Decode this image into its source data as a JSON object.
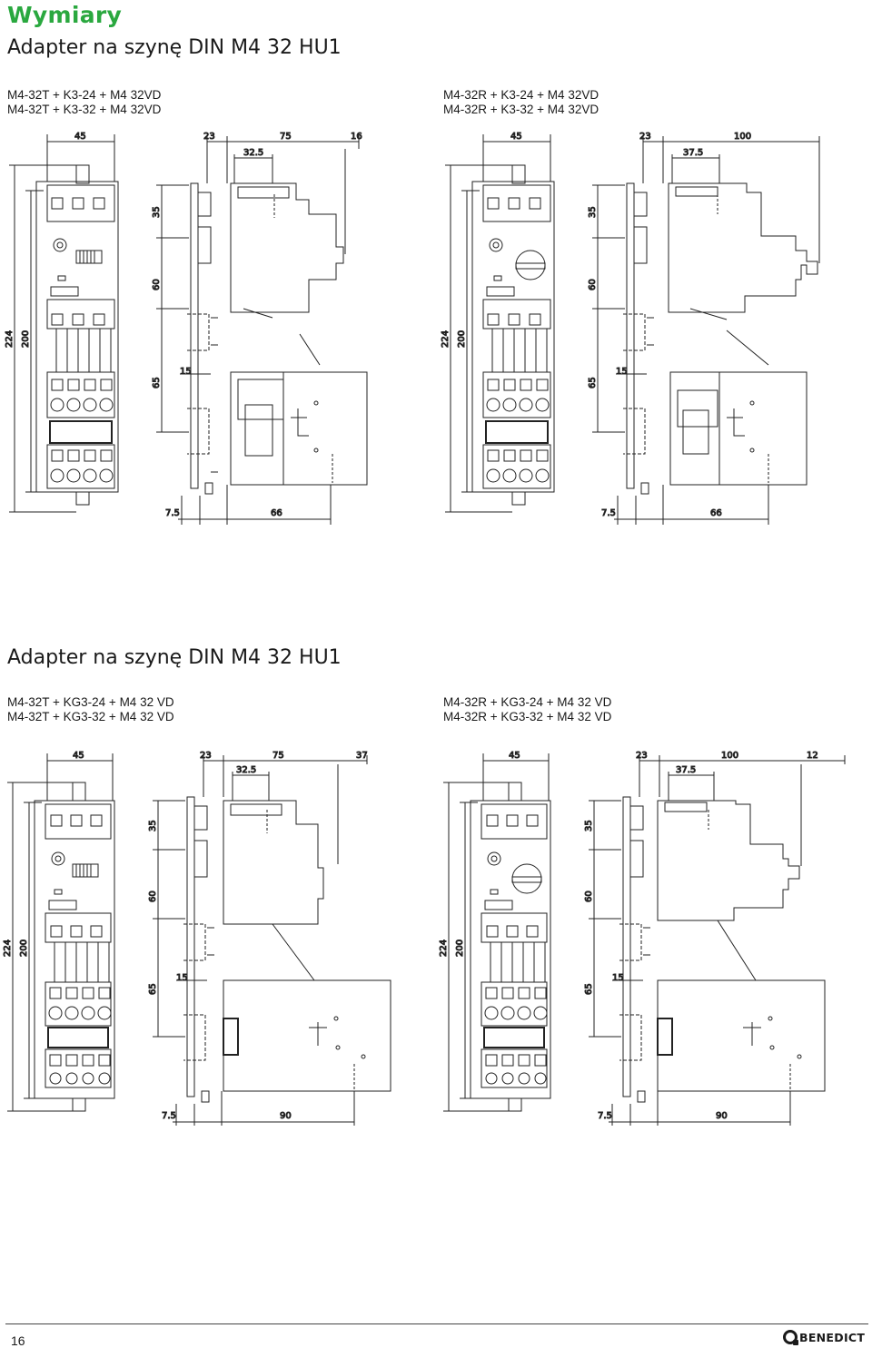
{
  "header": {
    "title": "Wymiary"
  },
  "sections": [
    {
      "title": "Adapter na szynę DIN M4 32 HU1",
      "left": {
        "combos": [
          "M4-32T + K3-24 + M4 32VD",
          "M4-32T + K3-32 + M4 32VD"
        ],
        "dims": {
          "w45": "45",
          "d23": "23",
          "d75": "75",
          "d32": "32.5",
          "dext": "16",
          "h224": "224",
          "h200": "200",
          "h35": "35",
          "h60": "60",
          "h65": "65",
          "h15": "15",
          "b75": "7.5",
          "b66": "66"
        }
      },
      "right": {
        "combos": [
          "M4-32R + K3-24 + M4 32VD",
          "M4-32R + K3-32 + M4 32VD"
        ],
        "dims": {
          "w45": "45",
          "d23": "23",
          "d100": "100",
          "d37": "37.5",
          "h224": "224",
          "h200": "200",
          "h35": "35",
          "h60": "60",
          "h65": "65",
          "h15": "15",
          "b75": "7.5",
          "b66": "66"
        }
      }
    },
    {
      "title": "Adapter na szynę DIN M4 32 HU1",
      "left": {
        "combos": [
          "M4-32T + KG3-24 + M4 32 VD",
          "M4-32T + KG3-32 + M4 32 VD"
        ],
        "dims": {
          "w45": "45",
          "d23": "23",
          "d75": "75",
          "d32": "32.5",
          "dext": "37",
          "h224": "224",
          "h200": "200",
          "h35": "35",
          "h60": "60",
          "h65": "65",
          "h15": "15",
          "b75": "7.5",
          "b90": "90"
        }
      },
      "right": {
        "combos": [
          "M4-32R + KG3-24 + M4 32 VD",
          "M4-32R + KG3-32 + M4 32 VD"
        ],
        "dims": {
          "w45": "45",
          "d23": "23",
          "d100": "100",
          "d37": "37.5",
          "dext": "12",
          "h224": "224",
          "h200": "200",
          "h35": "35",
          "h60": "60",
          "h65": "65",
          "h15": "15",
          "b75": "7.5",
          "b90": "90"
        }
      }
    }
  ],
  "footer": {
    "page_number": "16",
    "brand": "BENEDICT"
  }
}
